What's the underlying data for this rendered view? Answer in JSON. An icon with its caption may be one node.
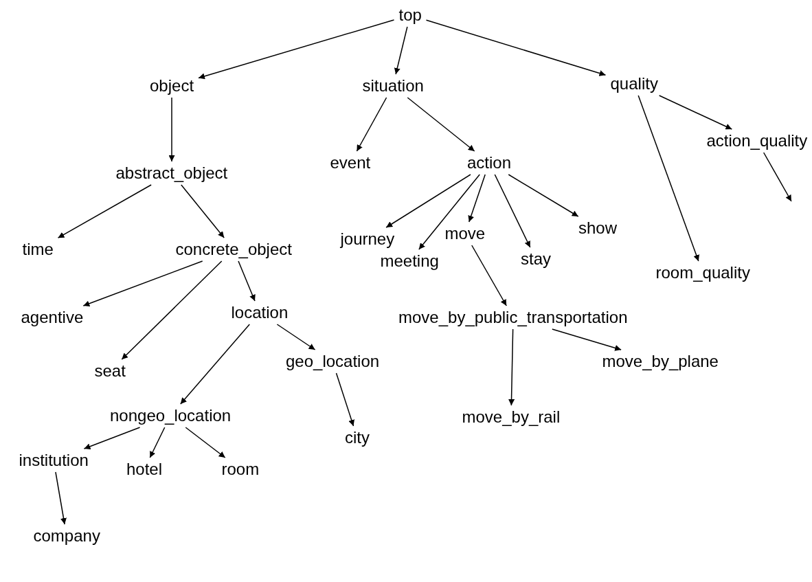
{
  "diagram": {
    "nodes": [
      {
        "text": [
          "top"
        ]
      },
      {
        "text": [
          "object"
        ]
      },
      {
        "text": [
          "situation"
        ]
      },
      {
        "text": [
          "quality"
        ]
      },
      {
        "text": [
          "abstract_object"
        ]
      },
      {
        "text": [
          "event"
        ]
      },
      {
        "text": [
          "action"
        ]
      },
      {
        "text": [
          "action_quality"
        ]
      },
      {
        "text": [
          "time"
        ]
      },
      {
        "text": [
          "concrete_object"
        ]
      },
      {
        "text": [
          "journey"
        ]
      },
      {
        "text": [
          "meeting"
        ]
      },
      {
        "text": [
          "move"
        ]
      },
      {
        "text": [
          "stay"
        ]
      },
      {
        "text": [
          "show"
        ]
      },
      {
        "text": [
          "room_quality"
        ]
      },
      {
        "text": [
          "agentive"
        ]
      },
      {
        "text": [
          "location"
        ]
      },
      {
        "text": [
          "move_by_public_transportation"
        ]
      },
      {
        "text": [
          "seat"
        ]
      },
      {
        "text": [
          "geo_location"
        ]
      },
      {
        "text": [
          "move_by_plane"
        ]
      },
      {
        "text": [
          "nongeo_location"
        ]
      },
      {
        "text": [
          "city"
        ]
      },
      {
        "text": [
          "move_by_rail"
        ]
      },
      {
        "text": [
          "institution"
        ]
      },
      {
        "text": [
          "hotel"
        ]
      },
      {
        "text": [
          "room"
        ]
      },
      {
        "text": [
          "company"
        ]
      }
    ],
    "edges": [
      {
        "from": 0,
        "to": 1,
        "arrow": "to"
      },
      {
        "from": 0,
        "to": 2,
        "arrow": "to"
      },
      {
        "from": 0,
        "to": 3,
        "arrow": "to"
      },
      {
        "from": 1,
        "to": 4,
        "arrow": "to"
      },
      {
        "from": 2,
        "to": 5,
        "arrow": "to"
      },
      {
        "from": 2,
        "to": 6,
        "arrow": "to"
      },
      {
        "from": 3,
        "to": 7,
        "arrow": "to"
      },
      {
        "from": 3,
        "to": 15,
        "arrow": "to"
      },
      {
        "from": 7,
        "to": null,
        "arrow": "to"
      },
      {
        "from": 4,
        "to": 8,
        "arrow": "to"
      },
      {
        "from": 4,
        "to": 9,
        "arrow": "to"
      },
      {
        "from": 6,
        "to": 10,
        "arrow": "to"
      },
      {
        "from": 6,
        "to": 11,
        "arrow": "to"
      },
      {
        "from": 6,
        "to": 12,
        "arrow": "to"
      },
      {
        "from": 6,
        "to": 13,
        "arrow": "to"
      },
      {
        "from": 6,
        "to": 14,
        "arrow": "to"
      },
      {
        "from": 9,
        "to": 16,
        "arrow": "to"
      },
      {
        "from": 9,
        "to": 19,
        "arrow": "to"
      },
      {
        "from": 9,
        "to": 17,
        "arrow": "to"
      },
      {
        "from": 12,
        "to": 18,
        "arrow": "to"
      },
      {
        "from": 17,
        "to": 22,
        "arrow": "to"
      },
      {
        "from": 17,
        "to": 20,
        "arrow": "to"
      },
      {
        "from": 18,
        "to": 24,
        "arrow": "to"
      },
      {
        "from": 18,
        "to": 21,
        "arrow": "to"
      },
      {
        "from": 20,
        "to": 23,
        "arrow": "to"
      },
      {
        "from": 22,
        "to": 25,
        "arrow": "to"
      },
      {
        "from": 22,
        "to": 26,
        "arrow": "to"
      },
      {
        "from": 22,
        "to": 27,
        "arrow": "to"
      },
      {
        "from": 25,
        "to": 28,
        "arrow": "to"
      }
    ]
  }
}
